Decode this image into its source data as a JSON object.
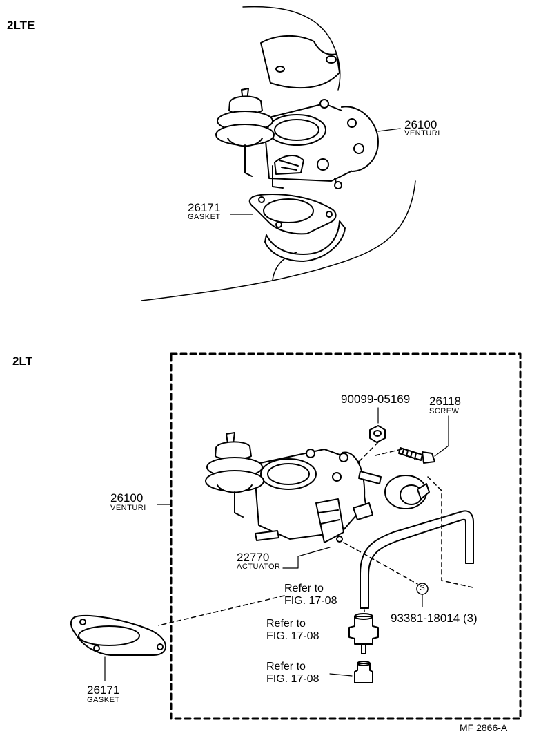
{
  "sections": {
    "top": "2LTE",
    "bottom": "2LT"
  },
  "top_parts": {
    "venturi_no": "26100",
    "venturi_name": "VENTURI",
    "gasket_no": "26171",
    "gasket_name": "GASKET"
  },
  "bottom_parts": {
    "nut_no": "90099-05169",
    "screw_no": "26118",
    "screw_name": "SCREW",
    "venturi_no": "26100",
    "venturi_name": "VENTURI",
    "actuator_no": "22770",
    "actuator_name": "ACTUATOR",
    "s_symbol": "S",
    "hose_no": "93381-18014 (3)",
    "gasket_no": "26171",
    "gasket_name": "GASKET"
  },
  "refs": {
    "ref1_line1": "Refer to",
    "ref1_line2": "FIG. 17-08",
    "ref2_line1": "Refer to",
    "ref2_line2": "FIG. 17-08",
    "ref3_line1": "Refer to",
    "ref3_line2": "FIG. 17-08"
  },
  "figure_code": "MF 2866-A"
}
